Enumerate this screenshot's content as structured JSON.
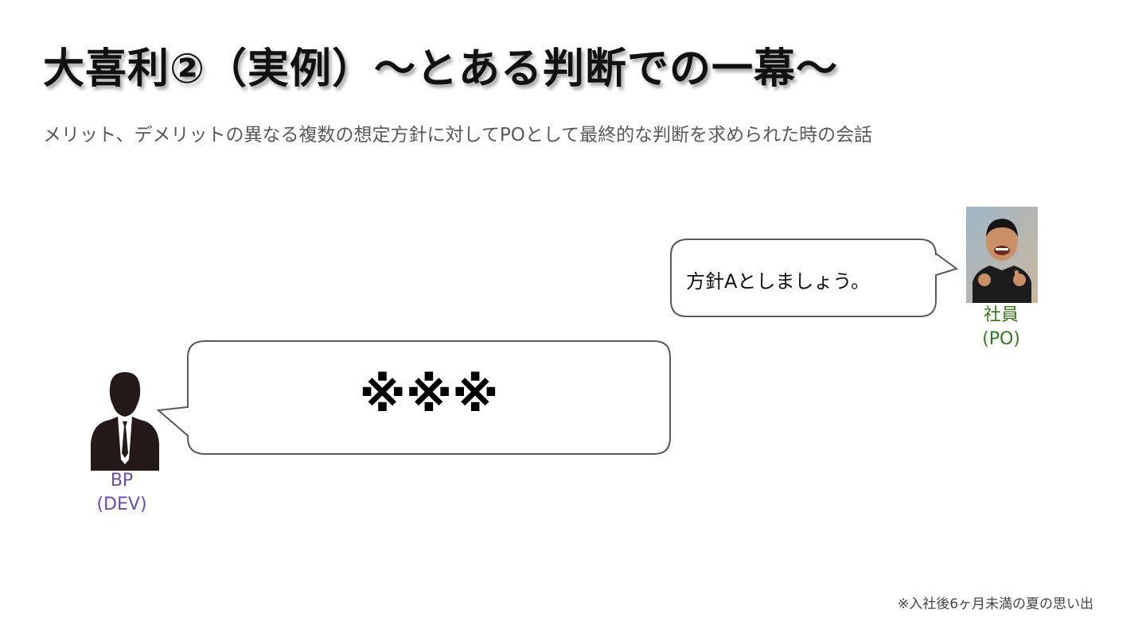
{
  "slide": {
    "title": "大喜利②（実例）〜とある判断での一幕〜",
    "subtitle": "メリット、デメリットの異なる複数の想定方針に対してPOとして最終的な判断を求められた時の会話",
    "footnote": "※入社後6ヶ月未満の夏の思い出"
  },
  "conversation": {
    "po": {
      "speech": "方針Aとしましょう。",
      "name": "社員",
      "role": "(PO)",
      "label_color": "#38761d"
    },
    "bp": {
      "speech": "※※※",
      "name": "BP",
      "role": "(DEV)",
      "label_color": "#674ea7"
    }
  },
  "icons": {
    "po": "employee-photo",
    "bp": "businessman-silhouette-icon"
  }
}
